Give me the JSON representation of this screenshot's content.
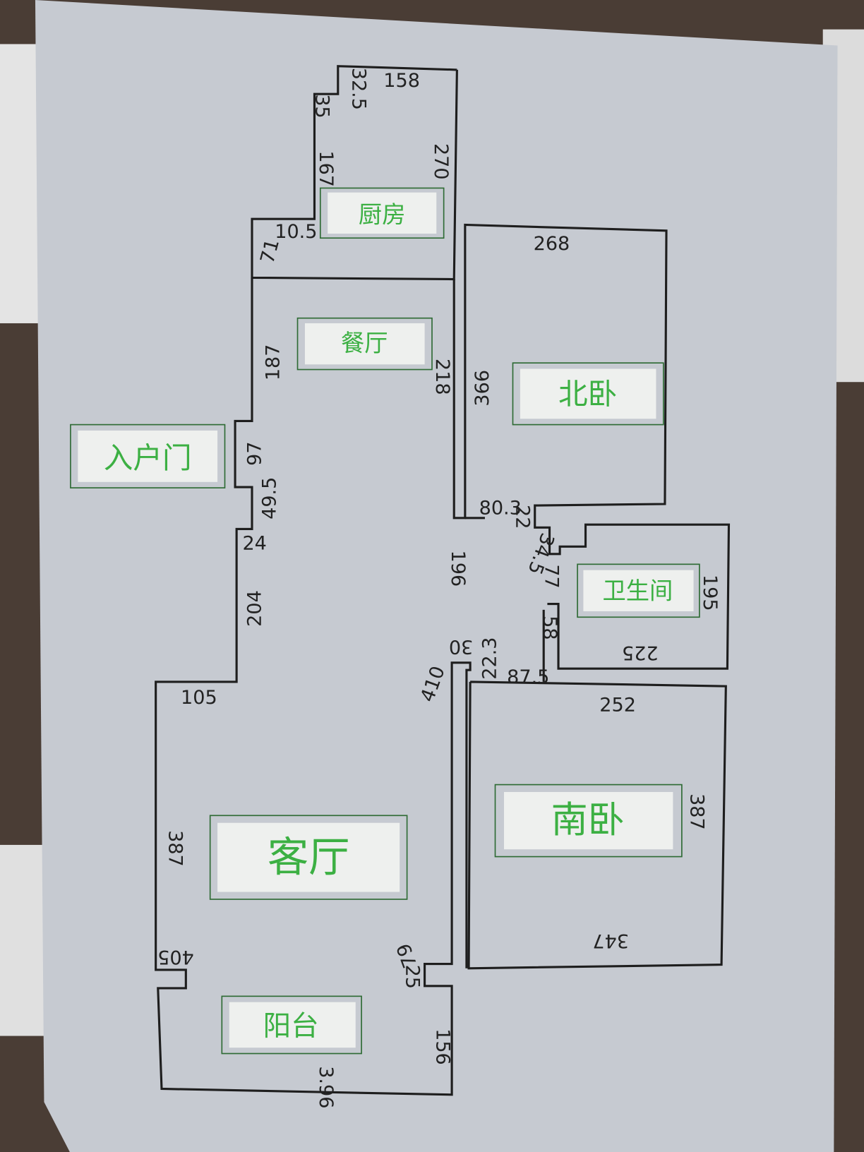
{
  "rooms": {
    "kitchen": "厨房",
    "dining": "餐厅",
    "north_bedroom": "北卧",
    "entrance_door": "入户门",
    "bathroom": "卫生间",
    "south_bedroom": "南卧",
    "living_room": "客厅",
    "balcony": "阳台"
  },
  "dimensions": {
    "kitchen_top": "158",
    "kitchen_step_a": "32.5",
    "kitchen_step_b": "35",
    "kitchen_left": "167",
    "kitchen_right": "270",
    "kitchen_notch": "10.5",
    "kitchen_bottom_left": "71",
    "north_bed_top": "268",
    "dining_left": "187",
    "dining_right": "218",
    "north_bed_left": "366",
    "entrance_width": "97",
    "entrance_below": "49.5",
    "step_24": "24",
    "corridor_left": "204",
    "corridor_803": "80.3",
    "step_22": "22",
    "step_345": "34.5",
    "bath_door": "77",
    "bath_right": "195",
    "bath_left": "58",
    "bath_bottom": "225",
    "corridor_right": "196",
    "pillar_30": "30",
    "living_right": "410",
    "pillar_223": "22.3",
    "south_bed_corner": "87.5",
    "south_bed_top": "252",
    "living_top": "105",
    "living_left": "387",
    "south_bed_right": "387",
    "south_bed_bottom": "347",
    "living_step": "405",
    "living_bottom_right": "79",
    "balcony_step": "25",
    "balcony_right": "156",
    "balcony_bottom": "3.96"
  }
}
